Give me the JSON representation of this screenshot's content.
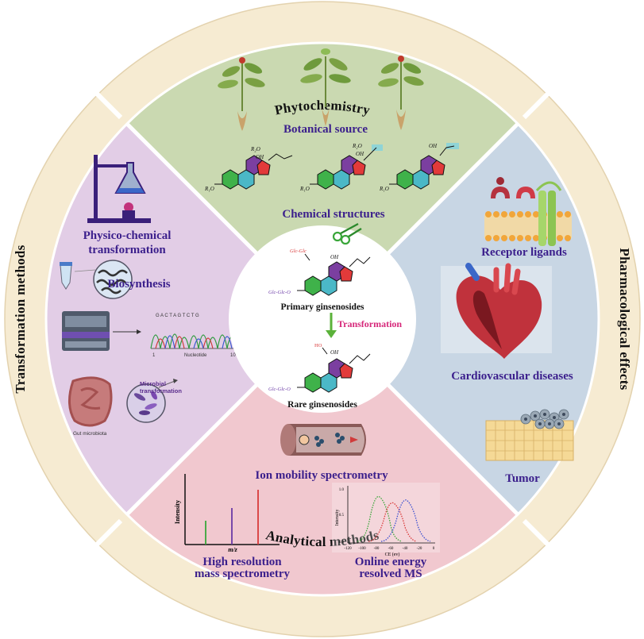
{
  "ring": {
    "top": "Phytochemistry",
    "right": "Pharmacological effects",
    "bottom": "Analytical methods",
    "left": "Transformation methods"
  },
  "phytochemistry": {
    "botanical_source": "Botanical source",
    "chemical_structures": "Chemical structures",
    "r2o_1": "R₂O",
    "r2o_2": "R₂O",
    "r1o_1": "R₁O",
    "r1o_2": "R₁O",
    "r1o_3": "R₁O",
    "oh_1": "OH",
    "oh_2": "OH",
    "oh_3": "OH"
  },
  "pharmacology": {
    "receptor_ligands": "Receptor ligands",
    "cardiovascular": "Cardiovascular diseases",
    "tumor": "Tumor"
  },
  "transformation": {
    "physico_chemical_line1": "Physico-chemical",
    "physico_chemical_line2": "transformation",
    "biosynthesis": "Biosynthesis",
    "sequence_letters": "G A C T A G T C T G",
    "nucleotide_axis_start": "1",
    "nucleotide_axis_label": "Nucleotide",
    "nucleotide_axis_end": "10",
    "microbial_line1": "Microbial",
    "microbial_line2": "transformation",
    "gut_microbiota": "Gut microbiota"
  },
  "analytical": {
    "ion_mobility": "Ion mobility spectrometry",
    "hrms_line1": "High resolution",
    "hrms_line2": "mass spectrometry",
    "online_line1": "Online energy",
    "online_line2": "resolved MS",
    "hrms_ylabel": "Intensity",
    "hrms_xlabel": "m/z",
    "ce_ylabel": "Intensity",
    "ce_xlabel": "CE (ev)",
    "ce_ticks": [
      "-120",
      "-100",
      "-80",
      "-60",
      "-40",
      "-20",
      "0"
    ],
    "ce_yticks": [
      "1.0",
      "0.5",
      "0.0"
    ]
  },
  "center": {
    "glc_glc_top": "Glc-Glc",
    "glc_glc_o_1": "Glc-Glc-O",
    "primary": "Primary ginsenosides",
    "transformation": "Transformation",
    "ho": "HO",
    "glc_glc_o_2": "Glc-Glc-O",
    "rare": "Rare ginsenosides",
    "oh_primary": "OH",
    "oh_rare": "OH"
  },
  "colors": {
    "ring": "#f6ebd2",
    "phytochemistry": "#cad9b1",
    "pharmacology": "#c8d6e4",
    "analytical": "#f1c8cf",
    "transformation": "#e2cde6",
    "label_purple": "#3b1f8c",
    "transformation_pink": "#d6287a"
  }
}
